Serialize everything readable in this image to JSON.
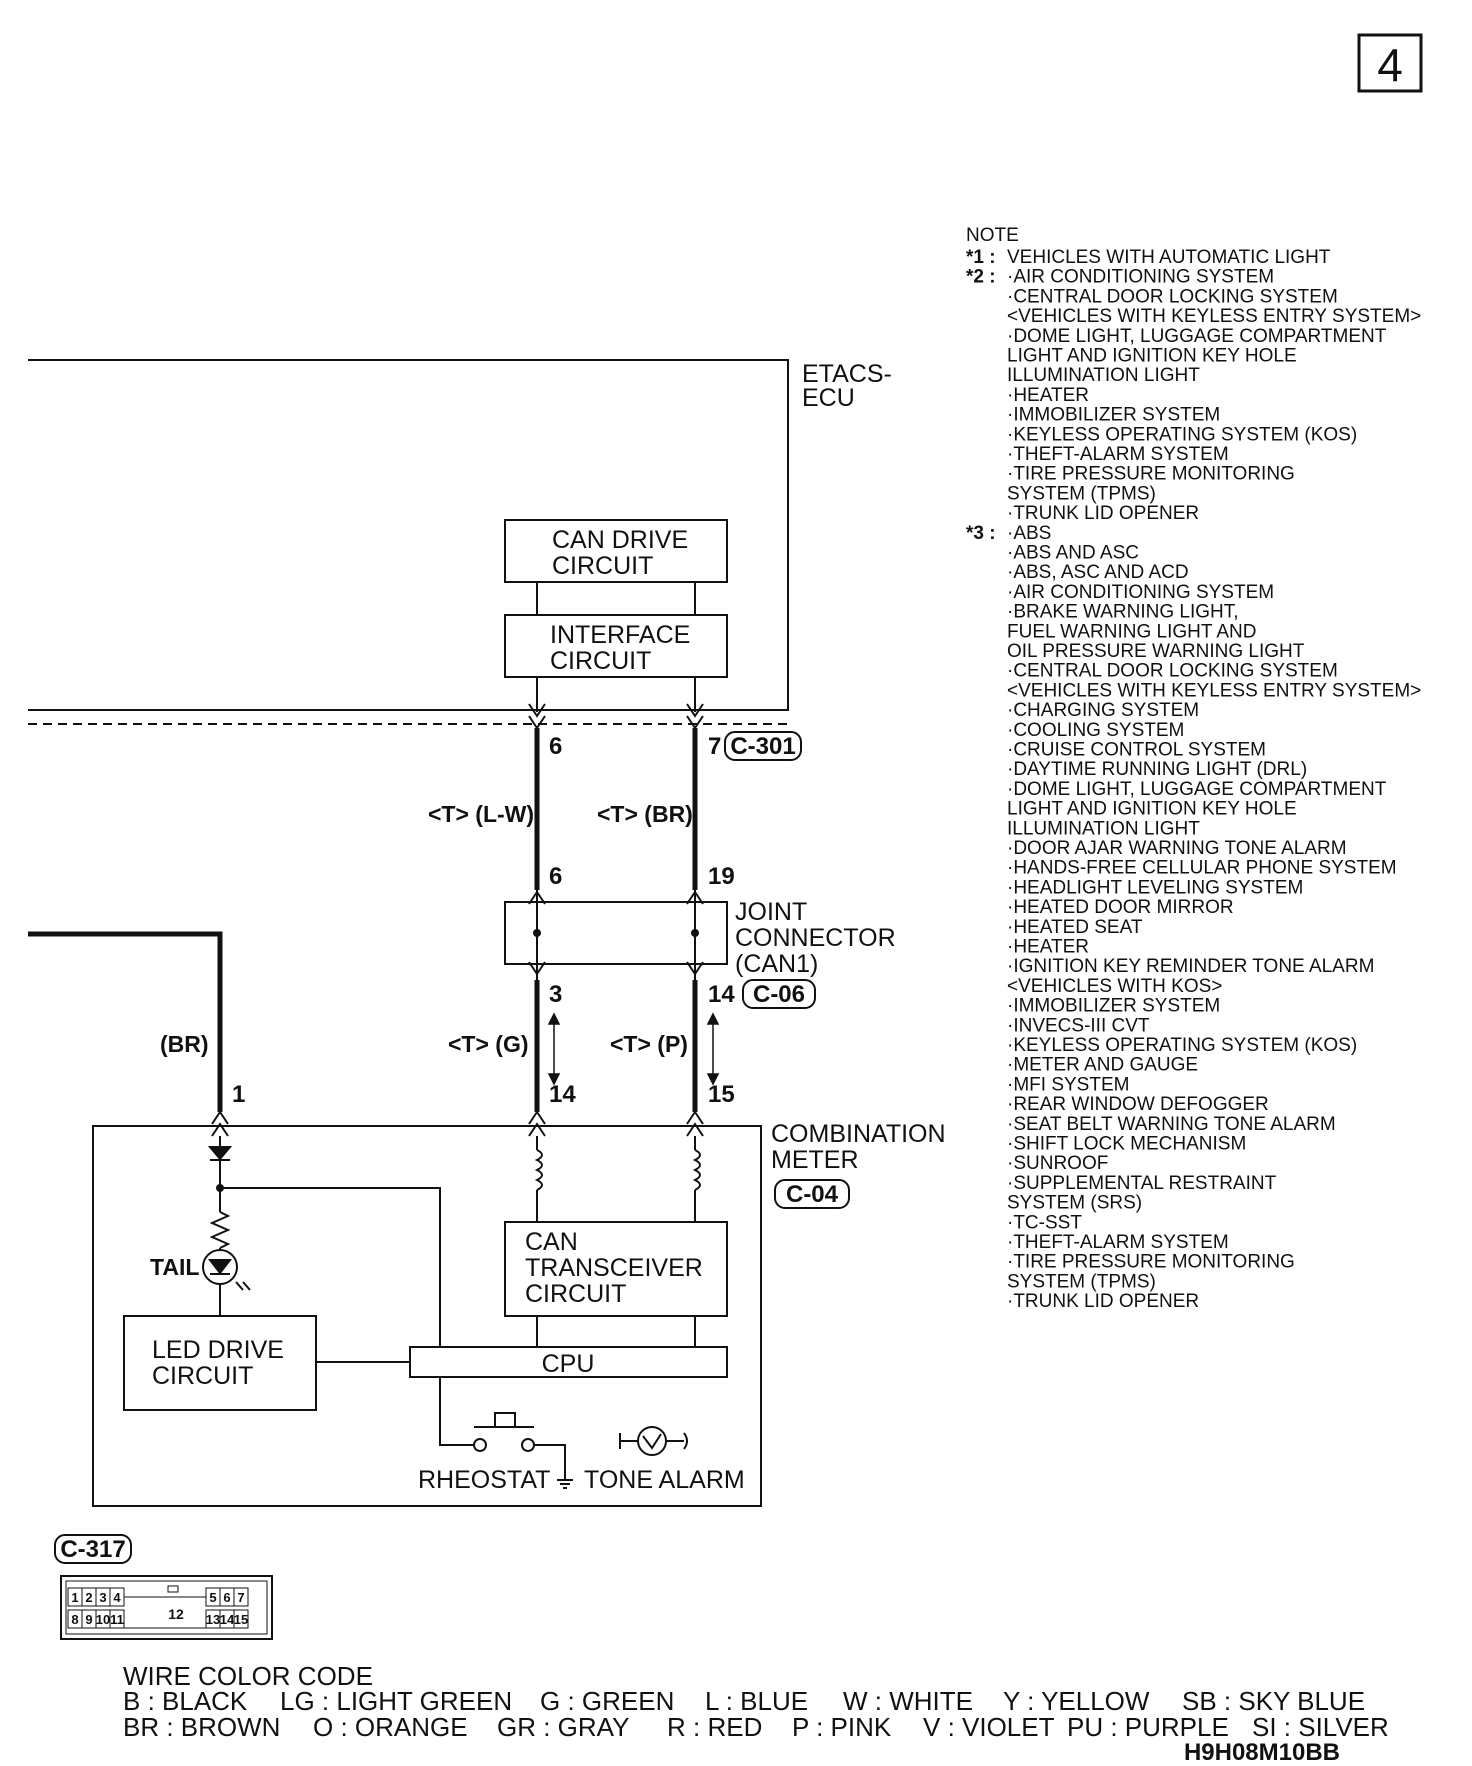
{
  "page_number": "4",
  "etacs": {
    "line1": "ETACS-",
    "line2": "ECU"
  },
  "can_drive": {
    "line1": "CAN DRIVE",
    "line2": "CIRCUIT"
  },
  "interface": {
    "line1": "INTERFACE",
    "line2": "CIRCUIT"
  },
  "pins": {
    "p6_top": "6",
    "p7_top": "7",
    "p6_mid": "6",
    "p19": "19",
    "p3": "3",
    "p14_joint": "14",
    "p14_meter": "14",
    "p15": "15",
    "p1": "1"
  },
  "connectors": {
    "c301": "C-301",
    "c06": "C-06",
    "c04": "C-04",
    "c317": "C-317"
  },
  "wires": {
    "lw": "<T> (L-W)",
    "br_top": "<T> (BR)",
    "g": "<T> (G)",
    "p": "<T> (P)",
    "br_left": "(BR)"
  },
  "joint": {
    "line1": "JOINT",
    "line2": "CONNECTOR",
    "line3": "(CAN1)"
  },
  "combination": {
    "line1": "COMBINATION",
    "line2": "METER"
  },
  "transceiver": {
    "line1": "CAN",
    "line2": "TRANSCEIVER",
    "line3": "CIRCUIT"
  },
  "cpu": "CPU",
  "led_drive": {
    "line1": "LED DRIVE",
    "line2": "CIRCUIT"
  },
  "tail": "TAIL",
  "rheostat": "RHEOSTAT",
  "tone_alarm": "TONE ALARM",
  "connector_pins": {
    "top": [
      "1",
      "2",
      "3",
      "4",
      "5",
      "6",
      "7"
    ],
    "bottom": [
      "8",
      "9",
      "10",
      "11",
      "13",
      "14",
      "15"
    ],
    "center": "12"
  },
  "note": {
    "heading": "NOTE",
    "lines": [
      {
        "mark": "*1 :",
        "text": "VEHICLES WITH AUTOMATIC LIGHT"
      },
      {
        "mark": "*2 :",
        "text": "·AIR CONDITIONING SYSTEM"
      },
      {
        "mark": "",
        "text": "·CENTRAL DOOR LOCKING SYSTEM"
      },
      {
        "mark": "",
        "text": " <VEHICLES WITH KEYLESS ENTRY SYSTEM>"
      },
      {
        "mark": "",
        "text": "·DOME LIGHT, LUGGAGE COMPARTMENT"
      },
      {
        "mark": "",
        "text": " LIGHT AND IGNITION KEY HOLE"
      },
      {
        "mark": "",
        "text": " ILLUMINATION LIGHT"
      },
      {
        "mark": "",
        "text": "·HEATER"
      },
      {
        "mark": "",
        "text": "·IMMOBILIZER SYSTEM"
      },
      {
        "mark": "",
        "text": "·KEYLESS OPERATING SYSTEM (KOS)"
      },
      {
        "mark": "",
        "text": "·THEFT-ALARM SYSTEM"
      },
      {
        "mark": "",
        "text": "·TIRE PRESSURE MONITORING"
      },
      {
        "mark": "",
        "text": " SYSTEM (TPMS)"
      },
      {
        "mark": "",
        "text": "·TRUNK LID OPENER"
      },
      {
        "mark": "*3 :",
        "text": "·ABS"
      },
      {
        "mark": "",
        "text": "·ABS AND ASC"
      },
      {
        "mark": "",
        "text": "·ABS, ASC AND ACD"
      },
      {
        "mark": "",
        "text": "·AIR CONDITIONING SYSTEM"
      },
      {
        "mark": "",
        "text": "·BRAKE WARNING LIGHT,"
      },
      {
        "mark": "",
        "text": " FUEL WARNING LIGHT AND"
      },
      {
        "mark": "",
        "text": " OIL PRESSURE WARNING LIGHT"
      },
      {
        "mark": "",
        "text": "·CENTRAL DOOR LOCKING SYSTEM"
      },
      {
        "mark": "",
        "text": " <VEHICLES WITH KEYLESS ENTRY SYSTEM>"
      },
      {
        "mark": "",
        "text": "·CHARGING SYSTEM"
      },
      {
        "mark": "",
        "text": "·COOLING SYSTEM"
      },
      {
        "mark": "",
        "text": "·CRUISE CONTROL SYSTEM"
      },
      {
        "mark": "",
        "text": "·DAYTIME RUNNING LIGHT (DRL)"
      },
      {
        "mark": "",
        "text": "·DOME LIGHT, LUGGAGE COMPARTMENT"
      },
      {
        "mark": "",
        "text": " LIGHT AND IGNITION KEY HOLE"
      },
      {
        "mark": "",
        "text": " ILLUMINATION LIGHT"
      },
      {
        "mark": "",
        "text": "·DOOR AJAR WARNING TONE ALARM"
      },
      {
        "mark": "",
        "text": "·HANDS-FREE CELLULAR PHONE SYSTEM"
      },
      {
        "mark": "",
        "text": "·HEADLIGHT LEVELING SYSTEM"
      },
      {
        "mark": "",
        "text": "·HEATED DOOR MIRROR"
      },
      {
        "mark": "",
        "text": "·HEATED SEAT"
      },
      {
        "mark": "",
        "text": "·HEATER"
      },
      {
        "mark": "",
        "text": "·IGNITION KEY REMINDER TONE ALARM"
      },
      {
        "mark": "",
        "text": " <VEHICLES WITH KOS>"
      },
      {
        "mark": "",
        "text": "·IMMOBILIZER SYSTEM"
      },
      {
        "mark": "",
        "text": "·INVECS-III CVT"
      },
      {
        "mark": "",
        "text": "·KEYLESS OPERATING SYSTEM (KOS)"
      },
      {
        "mark": "",
        "text": "·METER AND GAUGE"
      },
      {
        "mark": "",
        "text": "·MFI SYSTEM"
      },
      {
        "mark": "",
        "text": "·REAR WINDOW DEFOGGER"
      },
      {
        "mark": "",
        "text": "·SEAT BELT WARNING TONE ALARM"
      },
      {
        "mark": "",
        "text": "·SHIFT LOCK MECHANISM"
      },
      {
        "mark": "",
        "text": "·SUNROOF"
      },
      {
        "mark": "",
        "text": "·SUPPLEMENTAL RESTRAINT"
      },
      {
        "mark": "",
        "text": " SYSTEM (SRS)"
      },
      {
        "mark": "",
        "text": "·TC-SST"
      },
      {
        "mark": "",
        "text": "·THEFT-ALARM SYSTEM"
      },
      {
        "mark": "",
        "text": "·TIRE PRESSURE MONITORING"
      },
      {
        "mark": "",
        "text": " SYSTEM (TPMS)"
      },
      {
        "mark": "",
        "text": "·TRUNK LID OPENER"
      }
    ]
  },
  "wire_code": {
    "title": "WIRE COLOR CODE",
    "row1": [
      "B : BLACK",
      "LG : LIGHT GREEN",
      "G : GREEN",
      "L : BLUE",
      "W : WHITE",
      "Y : YELLOW",
      "SB : SKY BLUE"
    ],
    "row2": [
      "BR : BROWN",
      "O : ORANGE",
      "GR : GRAY",
      "R : RED",
      "P : PINK",
      "V : VIOLET",
      "PU : PURPLE",
      "SI : SILVER"
    ]
  },
  "figure_code": "H9H08M10BB"
}
